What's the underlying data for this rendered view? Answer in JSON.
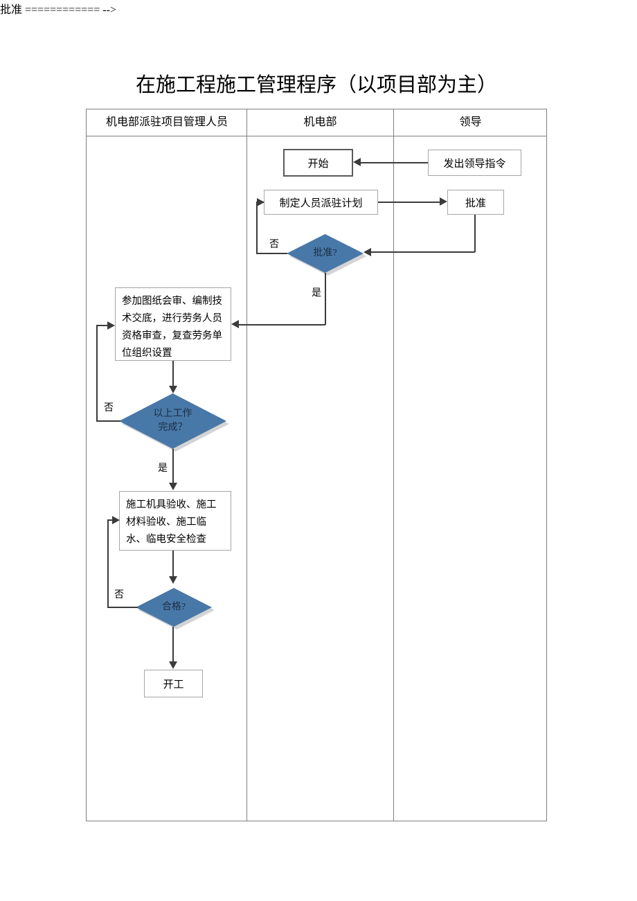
{
  "document": {
    "title": "在施工程施工管理程序（以项目部为主）"
  },
  "swimlanes": {
    "headers": [
      {
        "label": "机电部派驻项目管理人员"
      },
      {
        "label": "机电部"
      },
      {
        "label": "领导"
      }
    ]
  },
  "flowchart": {
    "type": "flowchart",
    "nodes": [
      {
        "id": "start",
        "shape": "process",
        "lane": "机电部",
        "label": "开始"
      },
      {
        "id": "order",
        "shape": "process",
        "lane": "领导",
        "label": "发出领导指令"
      },
      {
        "id": "plan",
        "shape": "process",
        "lane": "机电部",
        "label": "制定人员派驻计划"
      },
      {
        "id": "approve",
        "shape": "process",
        "lane": "领导",
        "label": "批准"
      },
      {
        "id": "approved-q",
        "shape": "decision",
        "lane": "机电部",
        "label": "批准?"
      },
      {
        "id": "review",
        "shape": "process",
        "lane": "机电部派驻项目管理人员",
        "label": "参加图纸会审、编制技术交底，进行劳务人员资格审查，复查劳务单位组织设置"
      },
      {
        "id": "done-q",
        "shape": "decision",
        "lane": "机电部派驻项目管理人员",
        "label_line1": "以上工作",
        "label_line2": "完成？"
      },
      {
        "id": "inspect",
        "shape": "process",
        "lane": "机电部派驻项目管理人员",
        "label": "施工机具验收、施工材料验收、施工临水、临电安全检查"
      },
      {
        "id": "qualified-q",
        "shape": "decision",
        "lane": "机电部派驻项目管理人员",
        "label": "合格?"
      },
      {
        "id": "begin-work",
        "shape": "process",
        "lane": "机电部派驻项目管理人员",
        "label": "开工"
      }
    ],
    "edges": [
      {
        "from": "order",
        "to": "start",
        "label": ""
      },
      {
        "from": "plan",
        "to": "approve",
        "label": ""
      },
      {
        "from": "approve",
        "to": "approved-q",
        "label": ""
      },
      {
        "from": "approved-q",
        "to": "plan",
        "label": "否"
      },
      {
        "from": "approved-q",
        "to": "review",
        "label": "是"
      },
      {
        "from": "review",
        "to": "done-q",
        "label": ""
      },
      {
        "from": "done-q",
        "to": "review",
        "label": "否"
      },
      {
        "from": "done-q",
        "to": "inspect",
        "label": "是"
      },
      {
        "from": "inspect",
        "to": "qualified-q",
        "label": ""
      },
      {
        "from": "qualified-q",
        "to": "inspect",
        "label": "否"
      },
      {
        "from": "qualified-q",
        "to": "begin-work",
        "label": ""
      }
    ],
    "edge_labels": {
      "approved_no": "否",
      "approved_yes": "是",
      "done_no": "否",
      "done_yes": "是",
      "qualified_no": "否"
    },
    "colors": {
      "decision_fill": "#4878a8",
      "decision_shadow": "#d4d4d4",
      "box_border": "#a6a6a6",
      "start_box_border": "#595959",
      "connector": "#3b3b3b",
      "table_border": "#7f7f7f"
    }
  }
}
